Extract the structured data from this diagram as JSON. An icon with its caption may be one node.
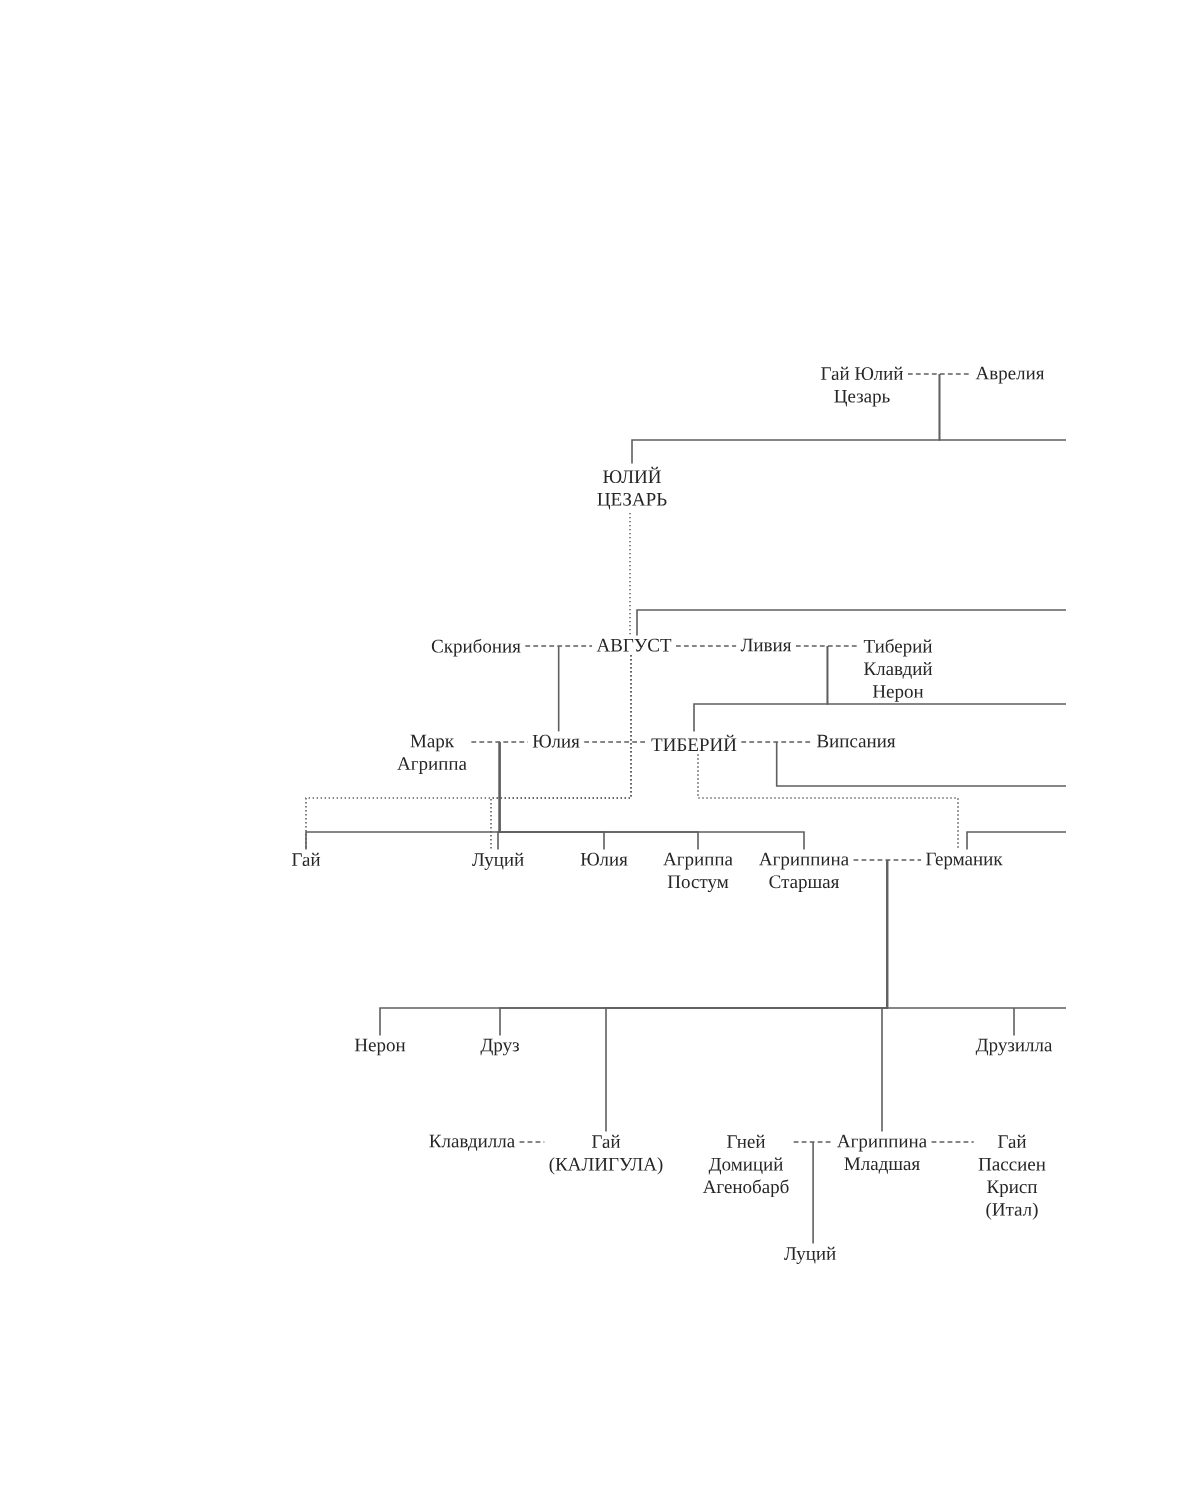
{
  "diagram": {
    "nodes": [
      {
        "text": [
          "Гай Юлий Цезарь"
        ]
      },
      {
        "text": [
          "Аврелия"
        ]
      },
      {
        "text": [
          "ЮЛИЙ ЦЕЗАРЬ"
        ]
      },
      {
        "text": [
          "Скрибония"
        ]
      },
      {
        "text": [
          "АВГУСТ"
        ]
      },
      {
        "text": [
          "Ливия"
        ]
      },
      {
        "text": [
          "Тиберий Клавдий Нерон"
        ]
      },
      {
        "text": [
          "Марк Агриппа"
        ]
      },
      {
        "text": [
          "Юлия"
        ]
      },
      {
        "text": [
          "ТИБЕРИЙ"
        ]
      },
      {
        "text": [
          "Випсания"
        ]
      },
      {
        "text": [
          "Гай"
        ]
      },
      {
        "text": [
          "Луций"
        ]
      },
      {
        "text": [
          "Юлия"
        ]
      },
      {
        "text": [
          "Агриппа Постум"
        ]
      },
      {
        "text": [
          "Агриппина Старшая"
        ]
      },
      {
        "text": [
          "Германик"
        ]
      },
      {
        "text": [
          "Нерон"
        ]
      },
      {
        "text": [
          "Друз"
        ]
      },
      {
        "text": [
          "Друзилла"
        ]
      },
      {
        "text": [
          "Клавдилла"
        ]
      },
      {
        "text": [
          "Гай (КАЛИГУЛА)"
        ]
      },
      {
        "text": [
          "Гней Домиций Агенобарб"
        ]
      },
      {
        "text": [
          "Агриппина Младшая"
        ]
      },
      {
        "text": [
          "Гай Пассиен Крисп (Итал)"
        ]
      },
      {
        "text": [
          "Луций"
        ]
      }
    ],
    "edges": [
      {
        "from": 0,
        "to": 1,
        "arrow": "none",
        "style": "dashed"
      },
      {
        "from": 0,
        "to": 2,
        "arrow": "none"
      },
      {
        "from": 1,
        "to": 2,
        "arrow": "none"
      },
      {
        "from": 0,
        "to": null,
        "arrow": "none"
      },
      {
        "from": 1,
        "to": null,
        "arrow": "none"
      },
      {
        "from": 2,
        "to": 4,
        "arrow": "none",
        "style": "dashed"
      },
      {
        "from": null,
        "to": 4,
        "arrow": "none"
      },
      {
        "from": 3,
        "to": 4,
        "arrow": "none",
        "style": "dashed"
      },
      {
        "from": 4,
        "to": 5,
        "arrow": "none",
        "style": "dashed"
      },
      {
        "from": 5,
        "to": 6,
        "arrow": "none",
        "style": "dashed"
      },
      {
        "from": 3,
        "to": 8,
        "arrow": "none"
      },
      {
        "from": 4,
        "to": 8,
        "arrow": "none"
      },
      {
        "from": 5,
        "to": 9,
        "arrow": "none"
      },
      {
        "from": 6,
        "to": 9,
        "arrow": "none"
      },
      {
        "from": 5,
        "to": null,
        "arrow": "none"
      },
      {
        "from": 6,
        "to": null,
        "arrow": "none"
      },
      {
        "from": 7,
        "to": 8,
        "arrow": "none",
        "style": "dashed"
      },
      {
        "from": 8,
        "to": 9,
        "arrow": "none",
        "style": "dashed"
      },
      {
        "from": 9,
        "to": 10,
        "arrow": "none",
        "style": "dashed"
      },
      {
        "from": 7,
        "to": 11,
        "arrow": "none"
      },
      {
        "from": 8,
        "to": 11,
        "arrow": "none"
      },
      {
        "from": 7,
        "to": 12,
        "arrow": "none"
      },
      {
        "from": 8,
        "to": 12,
        "arrow": "none"
      },
      {
        "from": 7,
        "to": 13,
        "arrow": "none"
      },
      {
        "from": 8,
        "to": 13,
        "arrow": "none"
      },
      {
        "from": 7,
        "to": 14,
        "arrow": "none"
      },
      {
        "from": 8,
        "to": 14,
        "arrow": "none"
      },
      {
        "from": 7,
        "to": 15,
        "arrow": "none"
      },
      {
        "from": 8,
        "to": 15,
        "arrow": "none"
      },
      {
        "from": 9,
        "to": null,
        "arrow": "none"
      },
      {
        "from": 10,
        "to": null,
        "arrow": "none"
      },
      {
        "from": 4,
        "to": 11,
        "arrow": "none",
        "style": "dashed"
      },
      {
        "from": 4,
        "to": 12,
        "arrow": "none",
        "style": "dashed"
      },
      {
        "from": 9,
        "to": 16,
        "arrow": "none",
        "style": "dashed"
      },
      {
        "from": null,
        "to": 16,
        "arrow": "none"
      },
      {
        "from": 15,
        "to": 16,
        "arrow": "none",
        "style": "dashed"
      },
      {
        "from": 15,
        "to": 17,
        "arrow": "none"
      },
      {
        "from": 16,
        "to": 17,
        "arrow": "none"
      },
      {
        "from": 15,
        "to": 18,
        "arrow": "none"
      },
      {
        "from": 16,
        "to": 18,
        "arrow": "none"
      },
      {
        "from": 15,
        "to": 21,
        "arrow": "none"
      },
      {
        "from": 16,
        "to": 21,
        "arrow": "none"
      },
      {
        "from": 15,
        "to": 23,
        "arrow": "none"
      },
      {
        "from": 16,
        "to": 23,
        "arrow": "none"
      },
      {
        "from": 15,
        "to": 19,
        "arrow": "none"
      },
      {
        "from": 16,
        "to": 19,
        "arrow": "none"
      },
      {
        "from": 20,
        "to": 21,
        "arrow": "none",
        "style": "dashed"
      },
      {
        "from": 22,
        "to": 23,
        "arrow": "none",
        "style": "dashed"
      },
      {
        "from": 23,
        "to": 24,
        "arrow": "none",
        "style": "dashed"
      },
      {
        "from": 22,
        "to": 25,
        "arrow": "none"
      },
      {
        "from": 23,
        "to": 25,
        "arrow": "none"
      }
    ]
  }
}
